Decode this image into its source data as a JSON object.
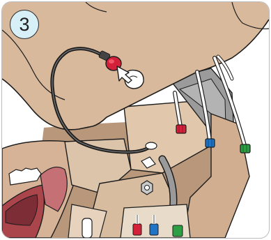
{
  "step": {
    "number": "3"
  },
  "colors": {
    "skin": "#d9b99c",
    "skin_shadow": "#c7a386",
    "outline": "#1c1c1c",
    "gray_panel": "#9b9b9b",
    "tube_white": "#ffffff",
    "red_connector": "#d4213a",
    "blue_connector": "#1f74c6",
    "green_connector": "#2e9e45",
    "lip_red": "#a9454b",
    "badge_fill": "#d7eff7",
    "frame_border": "#b9bcbf"
  },
  "icons": {
    "step_badge": "numbered-circle",
    "arrow": "push-arrow",
    "cable": "black-cable-with-red-plug"
  }
}
